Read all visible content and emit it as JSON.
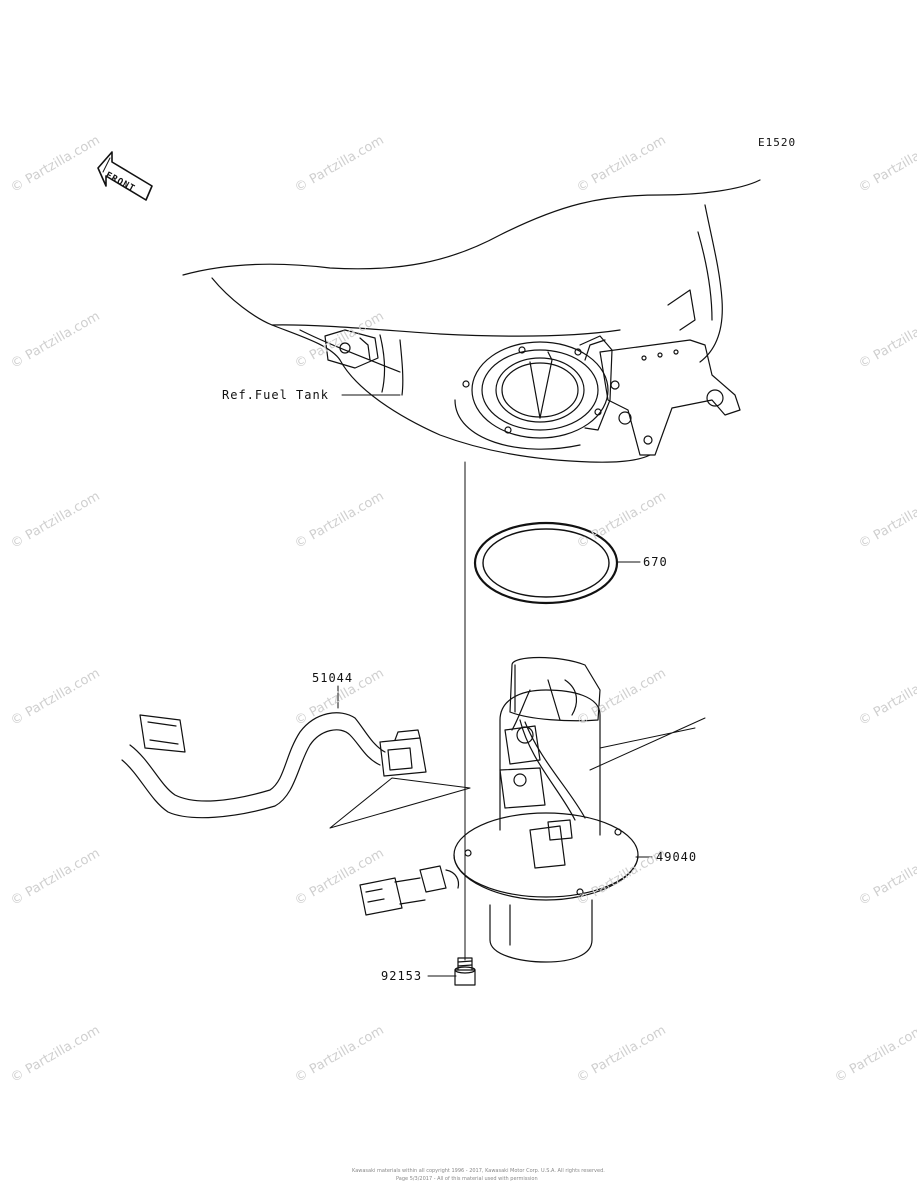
{
  "diagram": {
    "code": "E1520",
    "front_label": "FRONT",
    "labels": {
      "fuel_tank": "Ref.Fuel Tank",
      "gasket": "670",
      "harness": "51044",
      "pump": "49040",
      "bolt": "92153"
    }
  },
  "watermark": "© Partzilla.com",
  "footer": {
    "line1": "Kawasaki materials within all copyright 1996 - 2017, Kawasaki Motor Corp. U.S.A. All rights reserved.",
    "line2": "Page 5/3/2017 - All of this material used with permission"
  },
  "colors": {
    "line": "#111111",
    "watermark": "#cfcfcf"
  }
}
